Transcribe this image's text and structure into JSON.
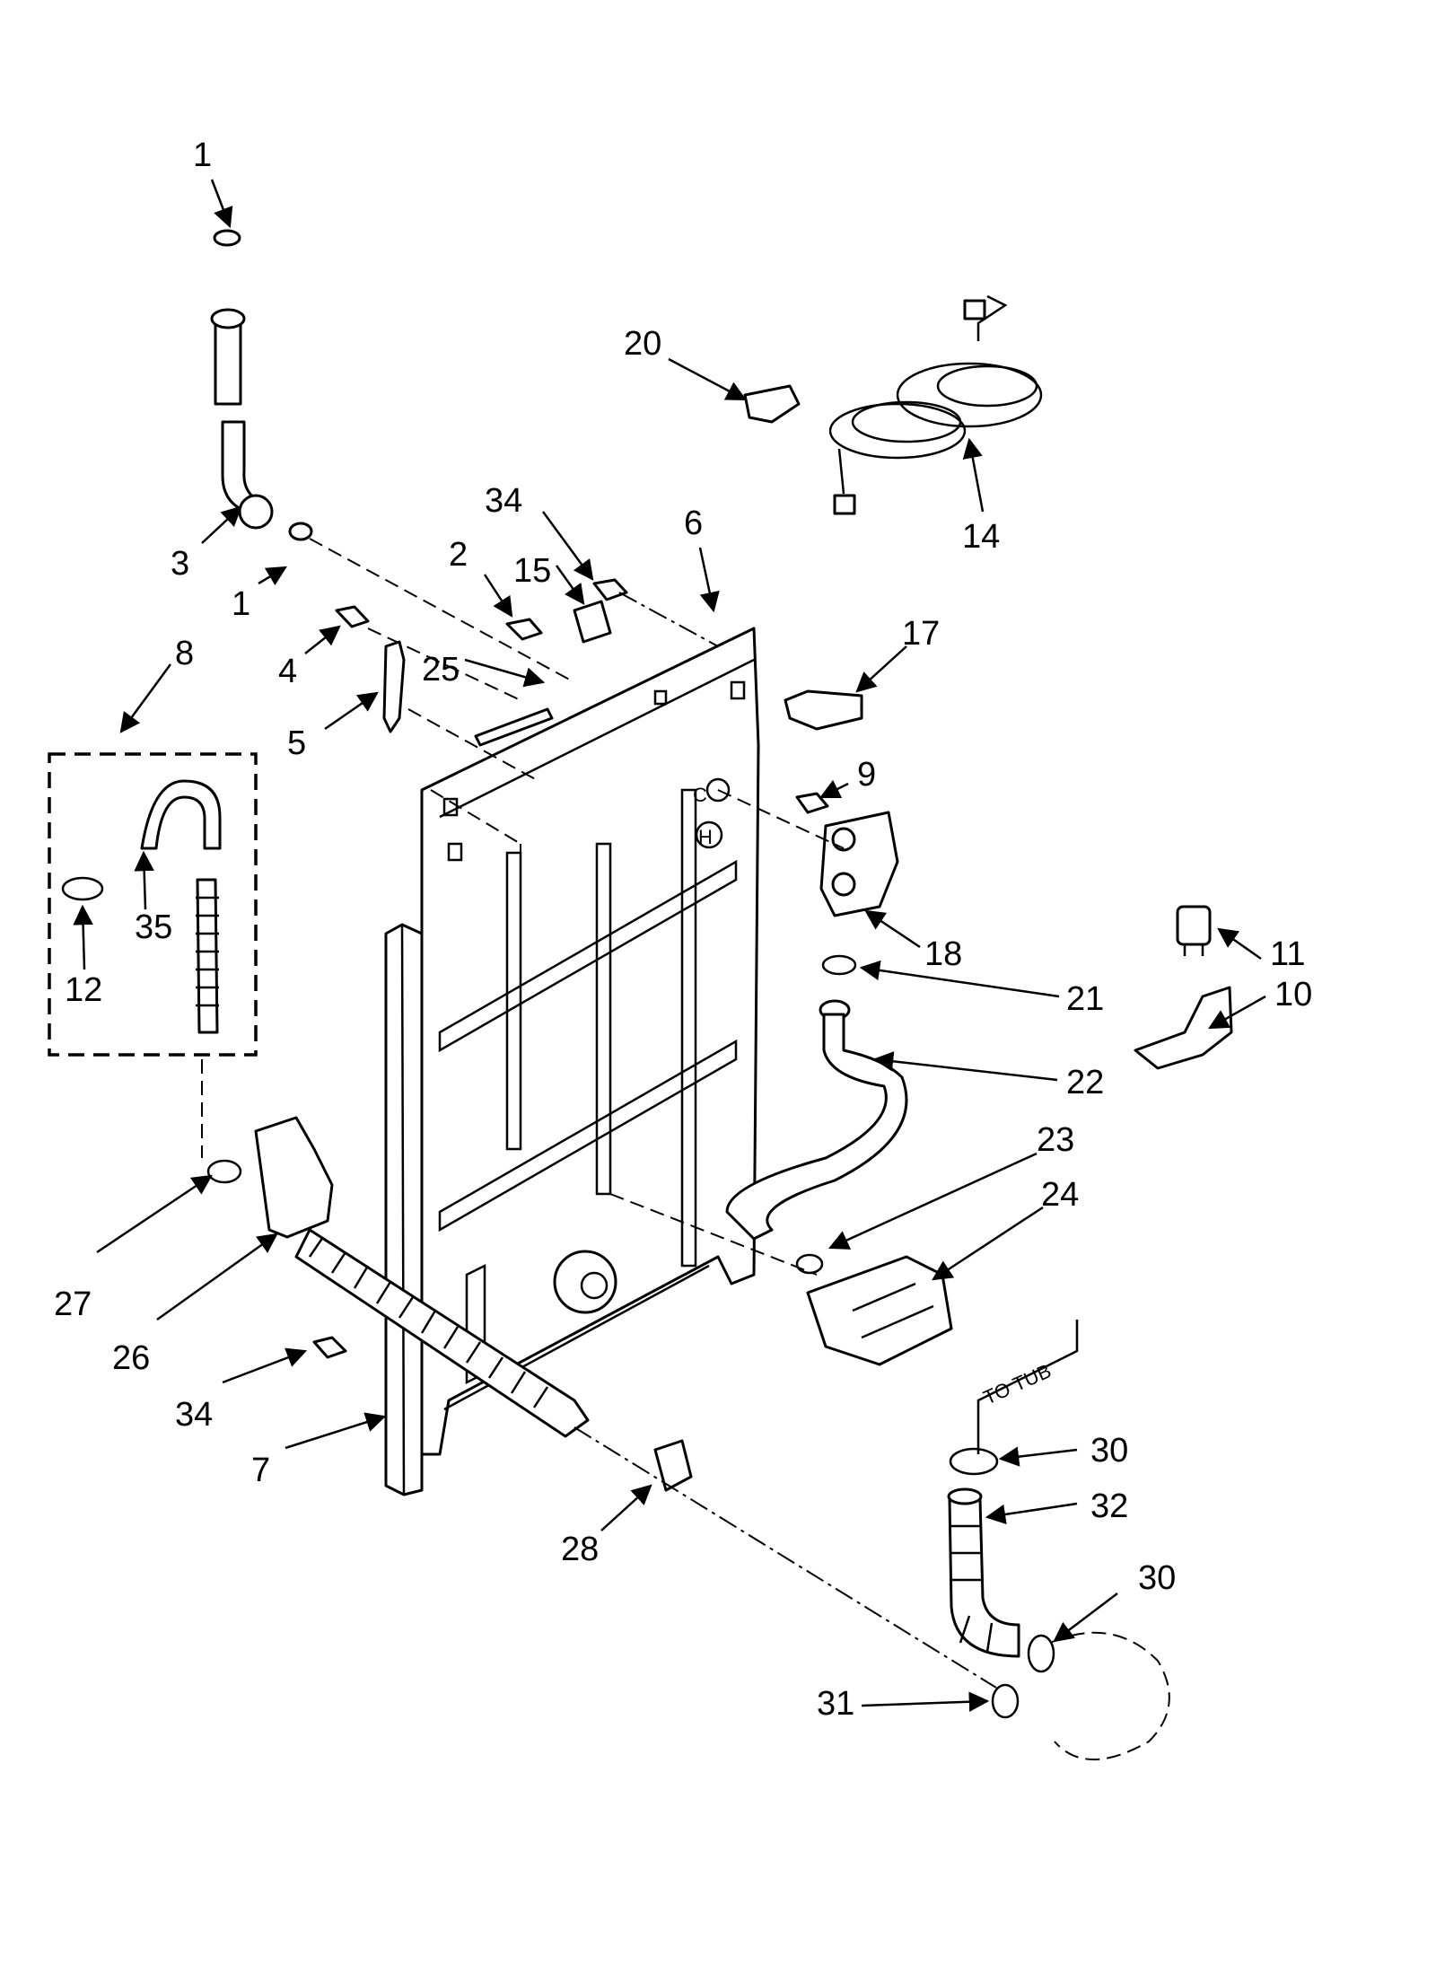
{
  "diagram": {
    "callouts": [
      {
        "id": "c1a",
        "text": "1"
      },
      {
        "id": "c1b",
        "text": "1"
      },
      {
        "id": "c2",
        "text": "2"
      },
      {
        "id": "c3",
        "text": "3"
      },
      {
        "id": "c4",
        "text": "4"
      },
      {
        "id": "c5",
        "text": "5"
      },
      {
        "id": "c6",
        "text": "6"
      },
      {
        "id": "c7",
        "text": "7"
      },
      {
        "id": "c8",
        "text": "8"
      },
      {
        "id": "c9",
        "text": "9"
      },
      {
        "id": "c10",
        "text": "10"
      },
      {
        "id": "c11",
        "text": "11"
      },
      {
        "id": "c12",
        "text": "12"
      },
      {
        "id": "c14",
        "text": "14"
      },
      {
        "id": "c15",
        "text": "15"
      },
      {
        "id": "c17",
        "text": "17"
      },
      {
        "id": "c18",
        "text": "18"
      },
      {
        "id": "c20",
        "text": "20"
      },
      {
        "id": "c21",
        "text": "21"
      },
      {
        "id": "c22",
        "text": "22"
      },
      {
        "id": "c23",
        "text": "23"
      },
      {
        "id": "c24",
        "text": "24"
      },
      {
        "id": "c25",
        "text": "25"
      },
      {
        "id": "c26",
        "text": "26"
      },
      {
        "id": "c27",
        "text": "27"
      },
      {
        "id": "c28",
        "text": "28"
      },
      {
        "id": "c30a",
        "text": "30"
      },
      {
        "id": "c30b",
        "text": "30"
      },
      {
        "id": "c31",
        "text": "31"
      },
      {
        "id": "c32",
        "text": "32"
      },
      {
        "id": "c34a",
        "text": "34"
      },
      {
        "id": "c34b",
        "text": "34"
      },
      {
        "id": "c35",
        "text": "35"
      }
    ],
    "annotations": {
      "to_tub": "TO TUB",
      "valve_h": "H",
      "valve_c": "C"
    }
  }
}
